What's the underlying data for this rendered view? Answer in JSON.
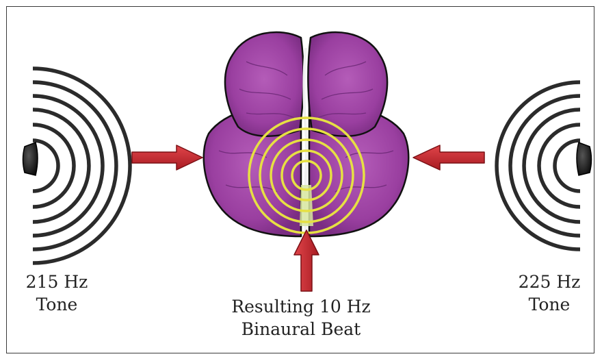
{
  "left_label": {
    "freq": "215 Hz",
    "word": "Tone"
  },
  "right_label": {
    "freq": "225 Hz",
    "word": "Tone"
  },
  "center_label": {
    "line1": "Resulting 10 Hz",
    "line2": "Binaural Beat"
  },
  "icons": {
    "left_speaker": "speaker-icon",
    "right_speaker": "speaker-icon",
    "brain": "brain-icon",
    "wave_rings": "concentric-rings-icon",
    "arrows": "arrow-icon"
  },
  "colors": {
    "brain_fill": "#9a3fa0",
    "brain_dark": "#6e2a78",
    "outline": "#111111",
    "rings": "#e6e043",
    "arrow": "#c8282e",
    "wave": "#2b2b2b",
    "frame": "#3a3a3a"
  }
}
